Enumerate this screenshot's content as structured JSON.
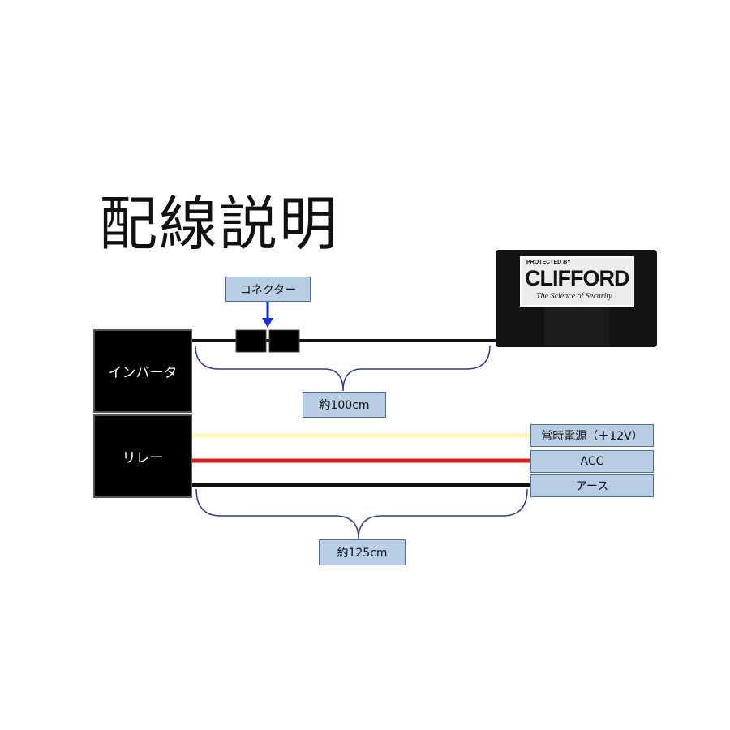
{
  "title": "配線説明",
  "blocks": {
    "inverter": "インバータ",
    "relay": "リレー"
  },
  "labels": {
    "connector": "コネクター",
    "length_top": "約100cm",
    "length_bottom": "約125cm"
  },
  "wires": [
    {
      "label": "常時電源（＋12V）",
      "color": "#fdf7b8"
    },
    {
      "label": "ACC",
      "color": "#d91c1c"
    },
    {
      "label": "アース",
      "color": "#111111"
    }
  ],
  "device": {
    "protected": "PROTECTED BY",
    "brand": "CLIFFORD",
    "tagline": "The Science of Security"
  },
  "colors": {
    "block": "#000000",
    "label_fill": "#b9cde5",
    "label_border": "#4f6d92",
    "brace": "#2b3d8f",
    "arrow": "#1a2fd4"
  }
}
